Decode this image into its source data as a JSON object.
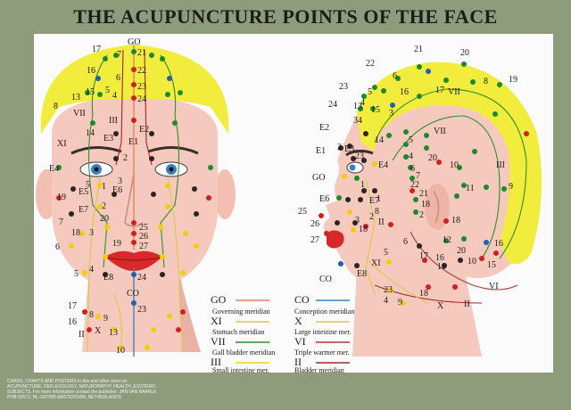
{
  "title": "THE ACUPUNCTURE POINTS OF THE FACE",
  "colors": {
    "background": "#8f9c7c",
    "panel": "#fbfbfb",
    "skin": "#f5c9bd",
    "hair": "#f2ec3c",
    "GO": "#e0875a",
    "CO": "#3b82c4",
    "XI": "#d9c84a",
    "X": "#d9c84a",
    "VII": "#2f8f2f",
    "VI": "#a83a3a",
    "III": "#f0d800",
    "II": "#9b2a2a",
    "dot_red": "#d22020",
    "dot_green": "#1b8a2a",
    "dot_yellow": "#f0d000",
    "dot_blue": "#1f5fb8",
    "dot_dark": "#2a2424"
  },
  "front_labels": [
    "GO",
    "17",
    "7",
    "21",
    "16",
    "6",
    "22",
    "13",
    "15",
    "5",
    "23",
    "8",
    "4",
    "24",
    "VII",
    "III",
    "E2",
    "14",
    "E3",
    "E1",
    "XI",
    "2",
    "E4",
    "5",
    "1",
    "3",
    "E5",
    "E6",
    "19",
    "E7",
    "2",
    "20",
    "7",
    "18",
    "3",
    "25",
    "26",
    "27",
    "6",
    "19",
    "5",
    "4",
    "E8",
    "24",
    "CO",
    "17",
    "8",
    "23",
    "16",
    "9",
    "II",
    "X",
    "13",
    "10"
  ],
  "side_labels": [
    "21",
    "20",
    "22",
    "23",
    "6",
    "19",
    "5",
    "17",
    "VII",
    "8",
    "24",
    "13",
    "16",
    "4",
    "15",
    "34",
    "E2",
    "3",
    "14",
    "E1",
    "2",
    "E3",
    "VII",
    "23",
    "5",
    "4",
    "10",
    "E4",
    "6",
    "7",
    "20",
    "GO",
    "22",
    "III",
    "1",
    "E6",
    "E7",
    "21",
    "9",
    "18",
    "25",
    "2",
    "11",
    "26",
    "3",
    "2",
    "II",
    "27",
    "18",
    "18",
    "1",
    "8",
    "12",
    "20",
    "16",
    "6",
    "5",
    "17",
    "16",
    "15",
    "XI",
    "16",
    "10",
    "CO",
    "E8",
    "VI",
    "23",
    "4",
    "9",
    "X",
    "18",
    "II"
  ],
  "legend": [
    {
      "code": "GO",
      "name": "Governing meridian"
    },
    {
      "code": "CO",
      "name": "Conception meridian"
    },
    {
      "code": "XI",
      "name": "Stomach meridian"
    },
    {
      "code": "X",
      "name": "Large intestine mer."
    },
    {
      "code": "VII",
      "name": "Gall bladder meridian"
    },
    {
      "code": "VI",
      "name": "Triple warmer mer."
    },
    {
      "code": "III",
      "name": "Small intestine mer."
    },
    {
      "code": "II",
      "name": "Bladder meridian"
    }
  ],
  "footer": {
    "line1": "CARDS, CHARTS AND POSTERS in this and other sizes on",
    "line2": "ACUPUNCTURE, REFLEXOLOGY, NATUROPATHY, HEALTH, ESOTERIC",
    "line3": "SUBJECTS. For more information contact the publisher: JAN VAN BAARLE",
    "line4": "POB 53572, NL-1007RB AMSTERDAM, NETHERLANDS"
  }
}
